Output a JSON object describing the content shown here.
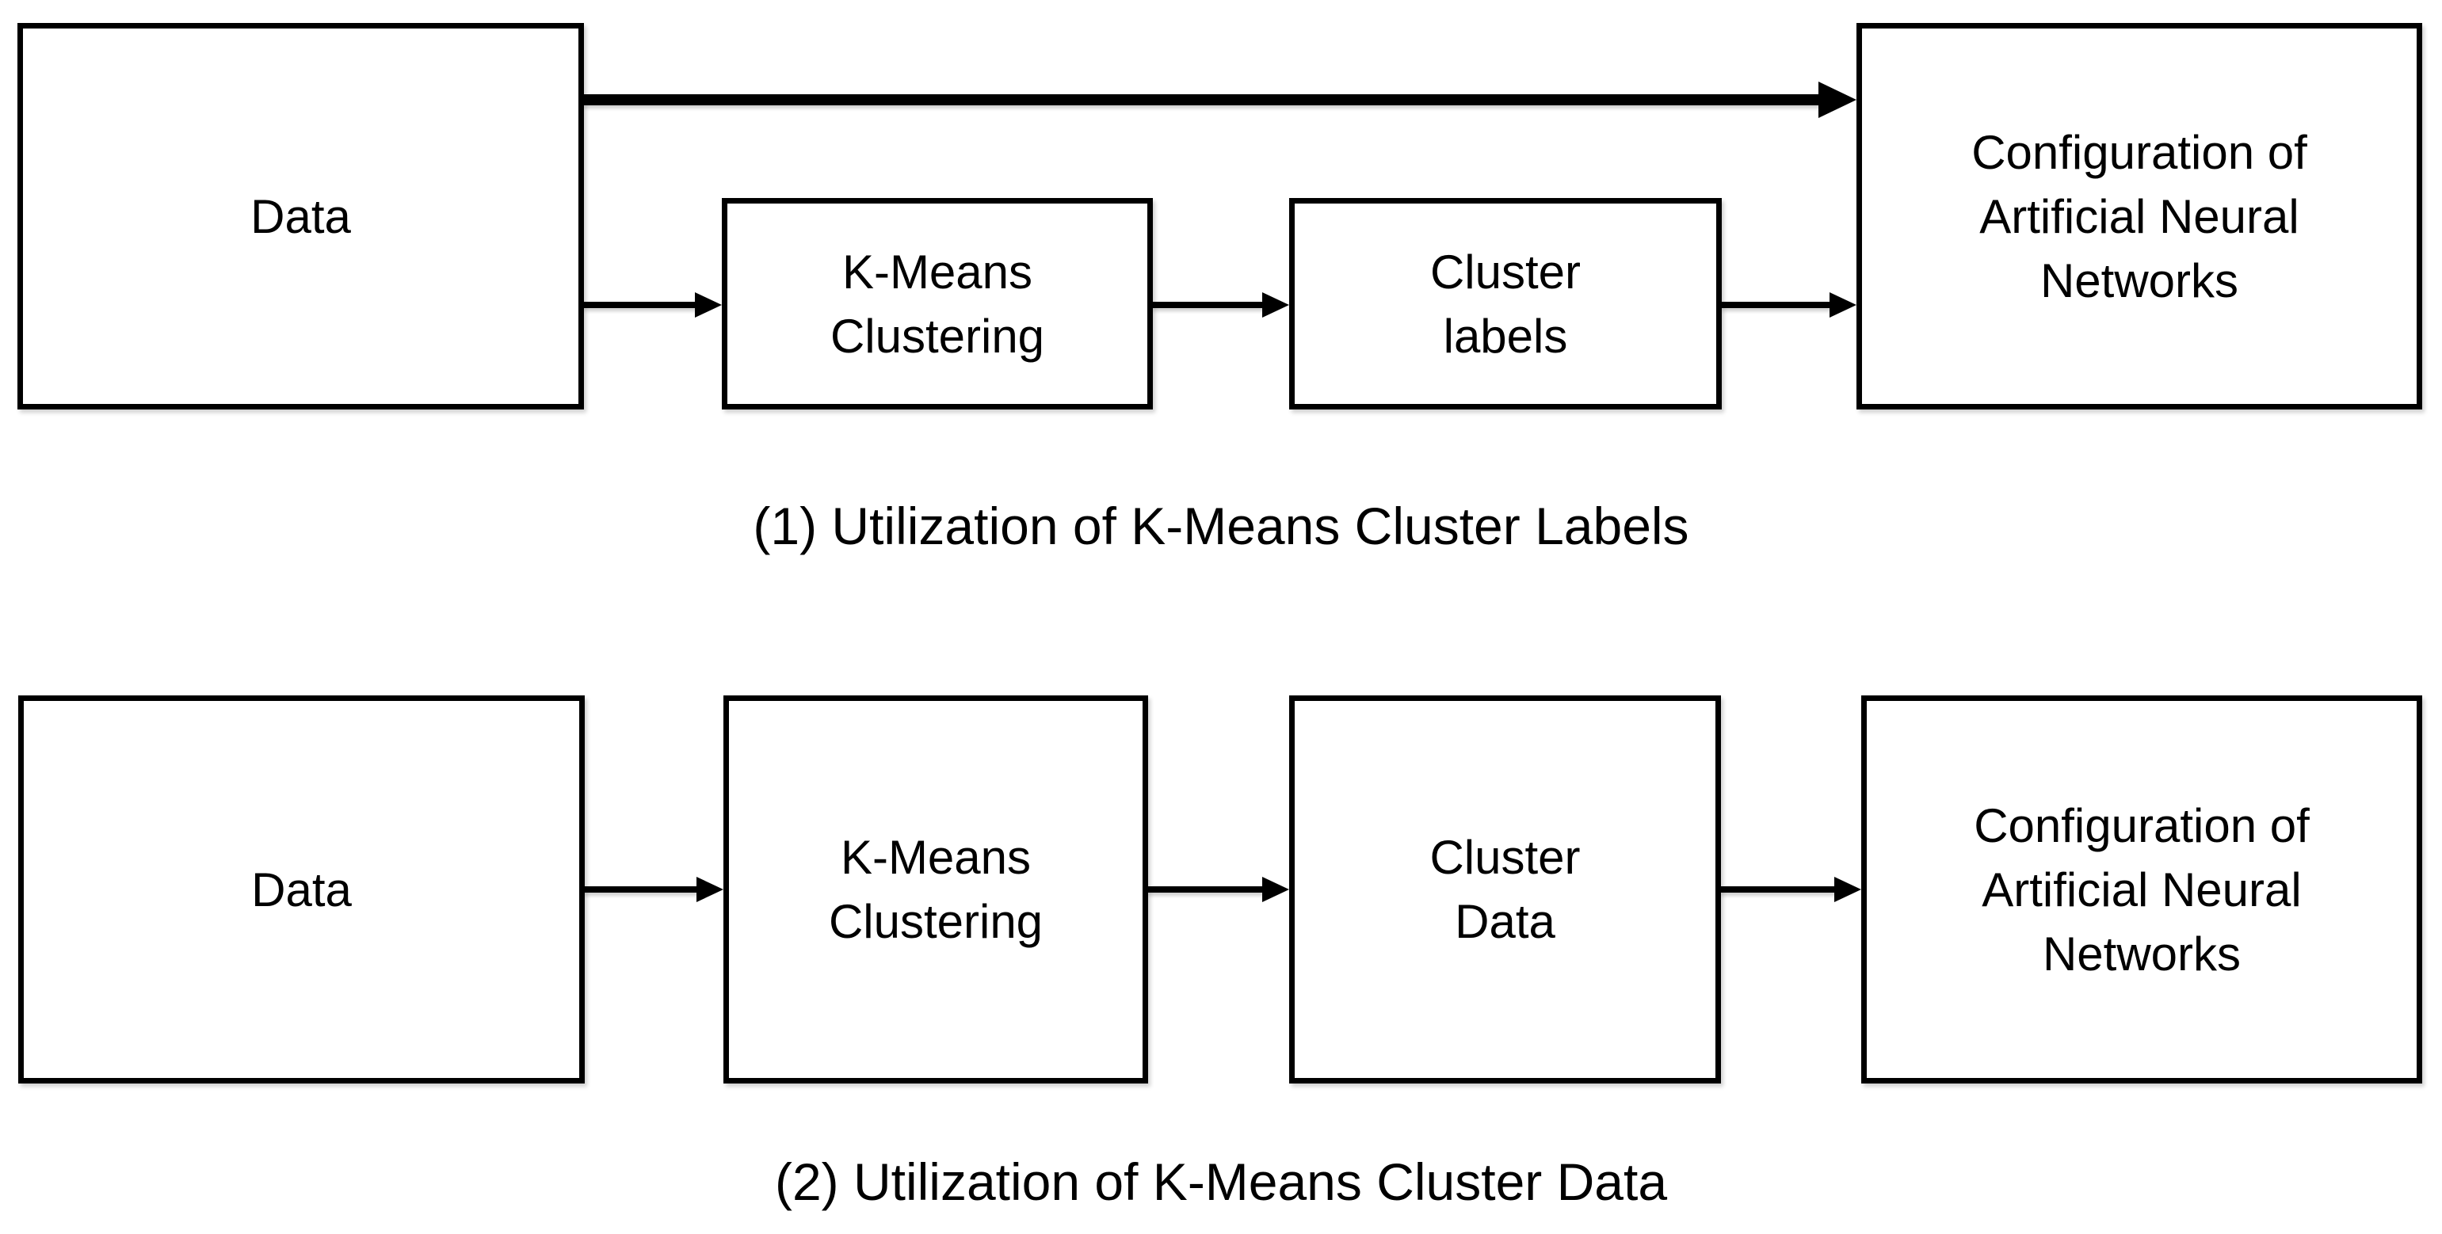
{
  "figure": {
    "background_color": "#ffffff",
    "line_color": "#000000"
  },
  "diagrams": [
    {
      "id": "1",
      "caption": "(1) Utilization of K-Means Cluster Labels",
      "nodes": [
        {
          "id": "data",
          "label": "Data"
        },
        {
          "id": "kmeans-clustering",
          "label": "K-Means\nClustering"
        },
        {
          "id": "cluster-labels",
          "label": "Cluster\nlabels"
        },
        {
          "id": "configuration-ann",
          "label": "Configuration of\nArtificial Neural\nNetworks"
        }
      ],
      "edges": [
        {
          "from": "data",
          "to": "configuration-ann",
          "style": "bold"
        },
        {
          "from": "data",
          "to": "kmeans-clustering",
          "style": "normal"
        },
        {
          "from": "kmeans-clustering",
          "to": "cluster-labels",
          "style": "normal"
        },
        {
          "from": "cluster-labels",
          "to": "configuration-ann",
          "style": "normal"
        }
      ]
    },
    {
      "id": "2",
      "caption": "(2) Utilization of K-Means Cluster Data",
      "nodes": [
        {
          "id": "data",
          "label": "Data"
        },
        {
          "id": "kmeans-clustering",
          "label": "K-Means\nClustering"
        },
        {
          "id": "cluster-data",
          "label": "Cluster\nData"
        },
        {
          "id": "configuration-ann",
          "label": "Configuration of\nArtificial Neural\nNetworks"
        }
      ],
      "edges": [
        {
          "from": "data",
          "to": "kmeans-clustering",
          "style": "normal"
        },
        {
          "from": "kmeans-clustering",
          "to": "cluster-data",
          "style": "normal"
        },
        {
          "from": "cluster-data",
          "to": "configuration-ann",
          "style": "normal"
        }
      ]
    }
  ]
}
